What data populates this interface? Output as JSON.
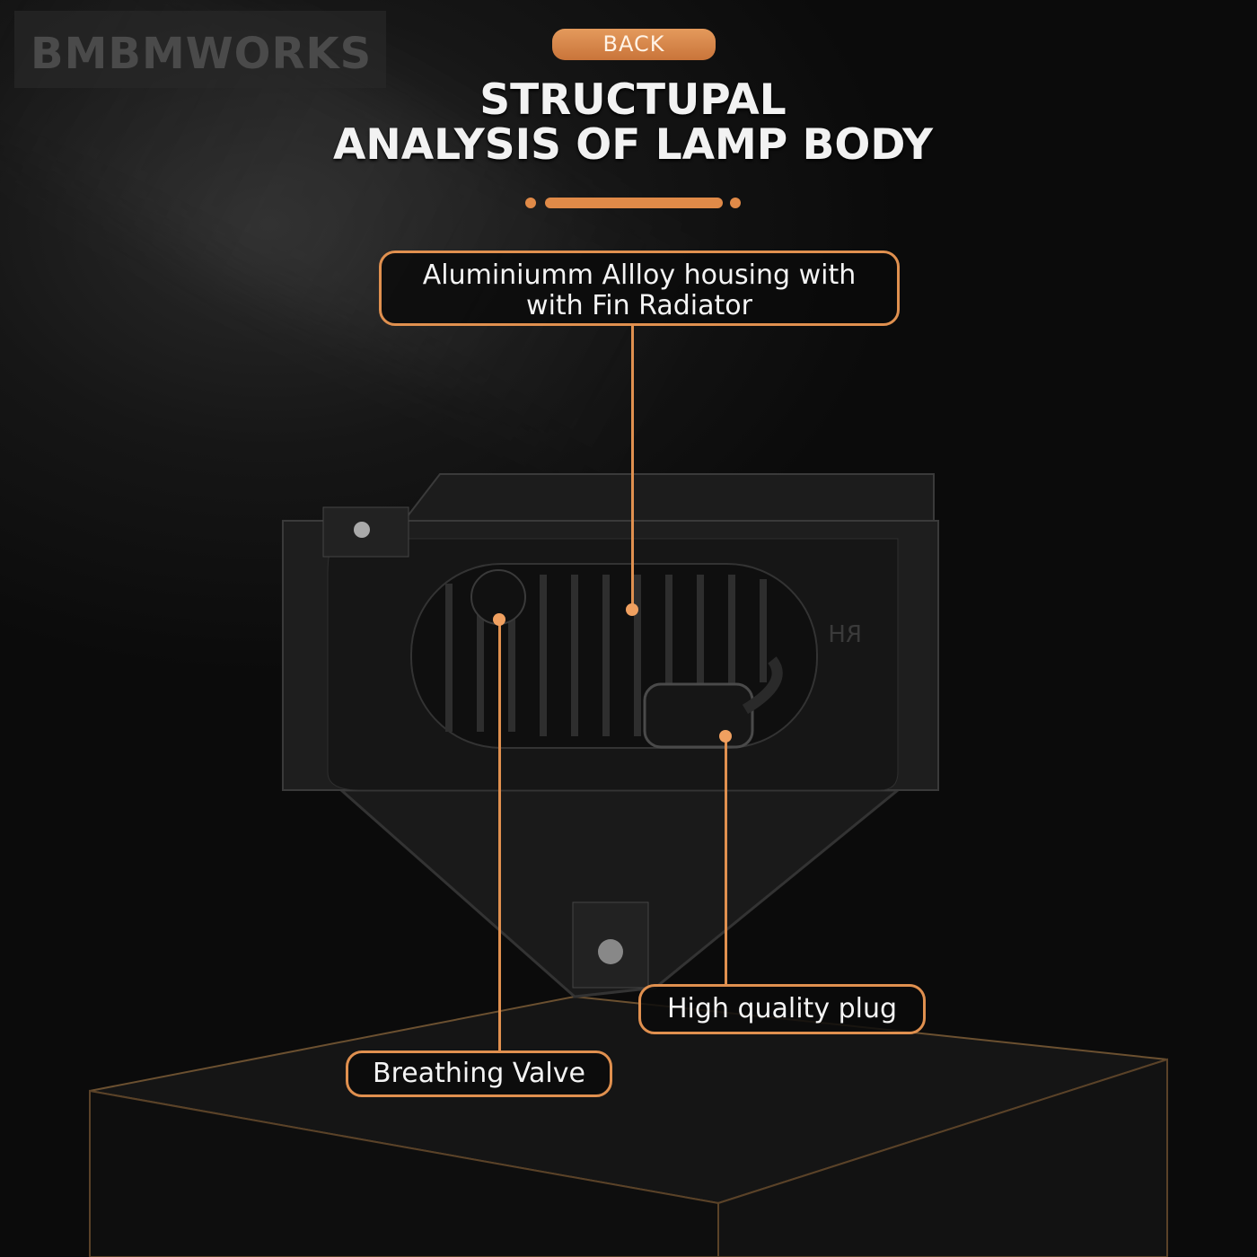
{
  "watermark": "BMBMWORKS",
  "back_button": "BACK",
  "title_line1": "STRUCTUPAL",
  "title_line2": "ANALYSIS OF LAMP BODY",
  "callouts": {
    "housing_line1": "Aluminiumm Allloy housing with",
    "housing_line2": "with Fin Radiator",
    "plug": "High quality plug",
    "valve": "Breathing Valve"
  },
  "housing_marking": "RH",
  "accent_color": "#e0904f"
}
